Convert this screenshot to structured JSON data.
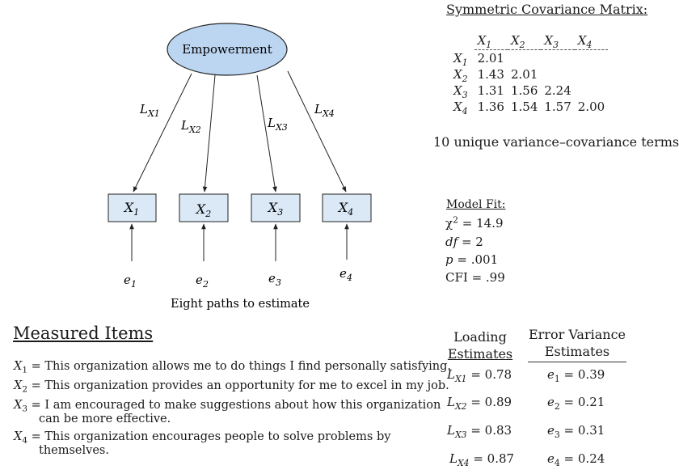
{
  "latent": {
    "label": "Empowerment",
    "fill": "#bcd6f2"
  },
  "indicators": [
    {
      "name": "X",
      "sub": "1",
      "loading": "X1",
      "error": "1"
    },
    {
      "name": "X",
      "sub": "2",
      "loading": "X2",
      "error": "2"
    },
    {
      "name": "X",
      "sub": "3",
      "loading": "X3",
      "error": "3"
    },
    {
      "name": "X",
      "sub": "4",
      "loading": "X4",
      "error": "4"
    }
  ],
  "indicator_fill": "#dbe9f7",
  "path_caption": "Eight paths to estimate",
  "covariance": {
    "title": "Symmetric Covariance Matrix:",
    "headers": [
      "1",
      "2",
      "3",
      "4"
    ],
    "rows": [
      {
        "label": "1",
        "values": [
          "2.01"
        ]
      },
      {
        "label": "2",
        "values": [
          "1.43",
          "2.01"
        ]
      },
      {
        "label": "3",
        "values": [
          "1.31",
          "1.56",
          "2.24"
        ]
      },
      {
        "label": "4",
        "values": [
          "1.36",
          "1.54",
          "1.57",
          "2.00"
        ]
      }
    ],
    "note": "10 unique variance–covariance terms"
  },
  "model_fit": {
    "title": "Model Fit:",
    "chi_square": "= 14.9",
    "df": "= 2",
    "p": "= .001",
    "cfi": "CFI = .99"
  },
  "measured_items": {
    "title": "Measured Items",
    "items": [
      {
        "sub": "1",
        "line1": "= This organization allows me to do things I find personally satisfying.",
        "line2": ""
      },
      {
        "sub": "2",
        "line1": "= This organization provides an opportunity for me to excel in my job.",
        "line2": ""
      },
      {
        "sub": "3",
        "line1": "= I am encouraged to make suggestions about how this organization",
        "line2": "can be more effective."
      },
      {
        "sub": "4",
        "line1": "= This organization encourages people to solve problems by",
        "line2": "themselves."
      }
    ]
  },
  "estimates": {
    "loading_head": [
      "Loading",
      "Estimates"
    ],
    "error_head": [
      "Error Variance",
      "Estimates"
    ],
    "loadings": [
      {
        "sub": "X1",
        "value": "= 0.78"
      },
      {
        "sub": "X2",
        "value": "= 0.89"
      },
      {
        "sub": "X3",
        "value": "= 0.83"
      },
      {
        "sub": "X4",
        "value": "= 0.87"
      }
    ],
    "errors": [
      {
        "sub": "1",
        "value": "= 0.39"
      },
      {
        "sub": "2",
        "value": "= 0.21"
      },
      {
        "sub": "3",
        "value": "= 0.31"
      },
      {
        "sub": "4",
        "value": "= 0.24"
      }
    ]
  }
}
